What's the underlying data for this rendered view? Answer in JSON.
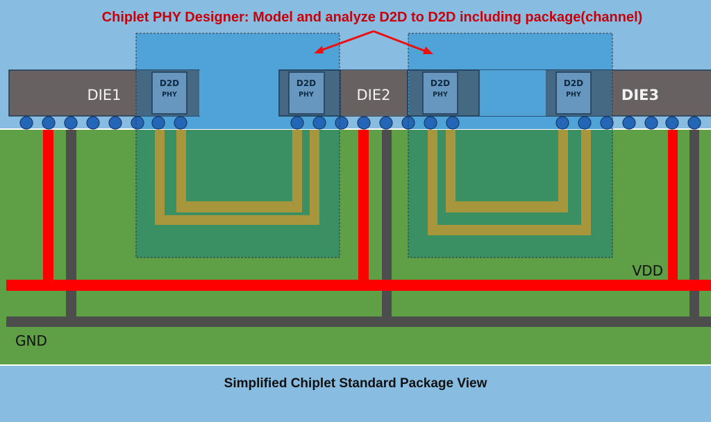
{
  "title": "Chiplet PHY Designer: Model and analyze D2D to D2D including package(channel)",
  "caption": "Simplified Chiplet Standard Package View",
  "dies": [
    {
      "label": "DIE1"
    },
    {
      "label": "DIE2"
    },
    {
      "label": "DIE3"
    }
  ],
  "phy_blocks": [
    {
      "line1": "D2D",
      "line2": "PHY"
    },
    {
      "line1": "D2D",
      "line2": "PHY"
    },
    {
      "line1": "D2D",
      "line2": "PHY"
    },
    {
      "line1": "D2D",
      "line2": "PHY"
    }
  ],
  "rails": {
    "vdd_label": "VDD",
    "gnd_label": "GND"
  },
  "colors": {
    "background": "#88bce0",
    "substrate": "#5f9f45",
    "die": "#686161",
    "phy": "#6797be",
    "channel_region": "#3a8f63",
    "highlight": "#4fa3d6",
    "trace": "#a8963c",
    "bump": "#2366b8",
    "vdd": "#ff0000",
    "gnd": "#4d4d4d",
    "title": "#c8000a"
  }
}
